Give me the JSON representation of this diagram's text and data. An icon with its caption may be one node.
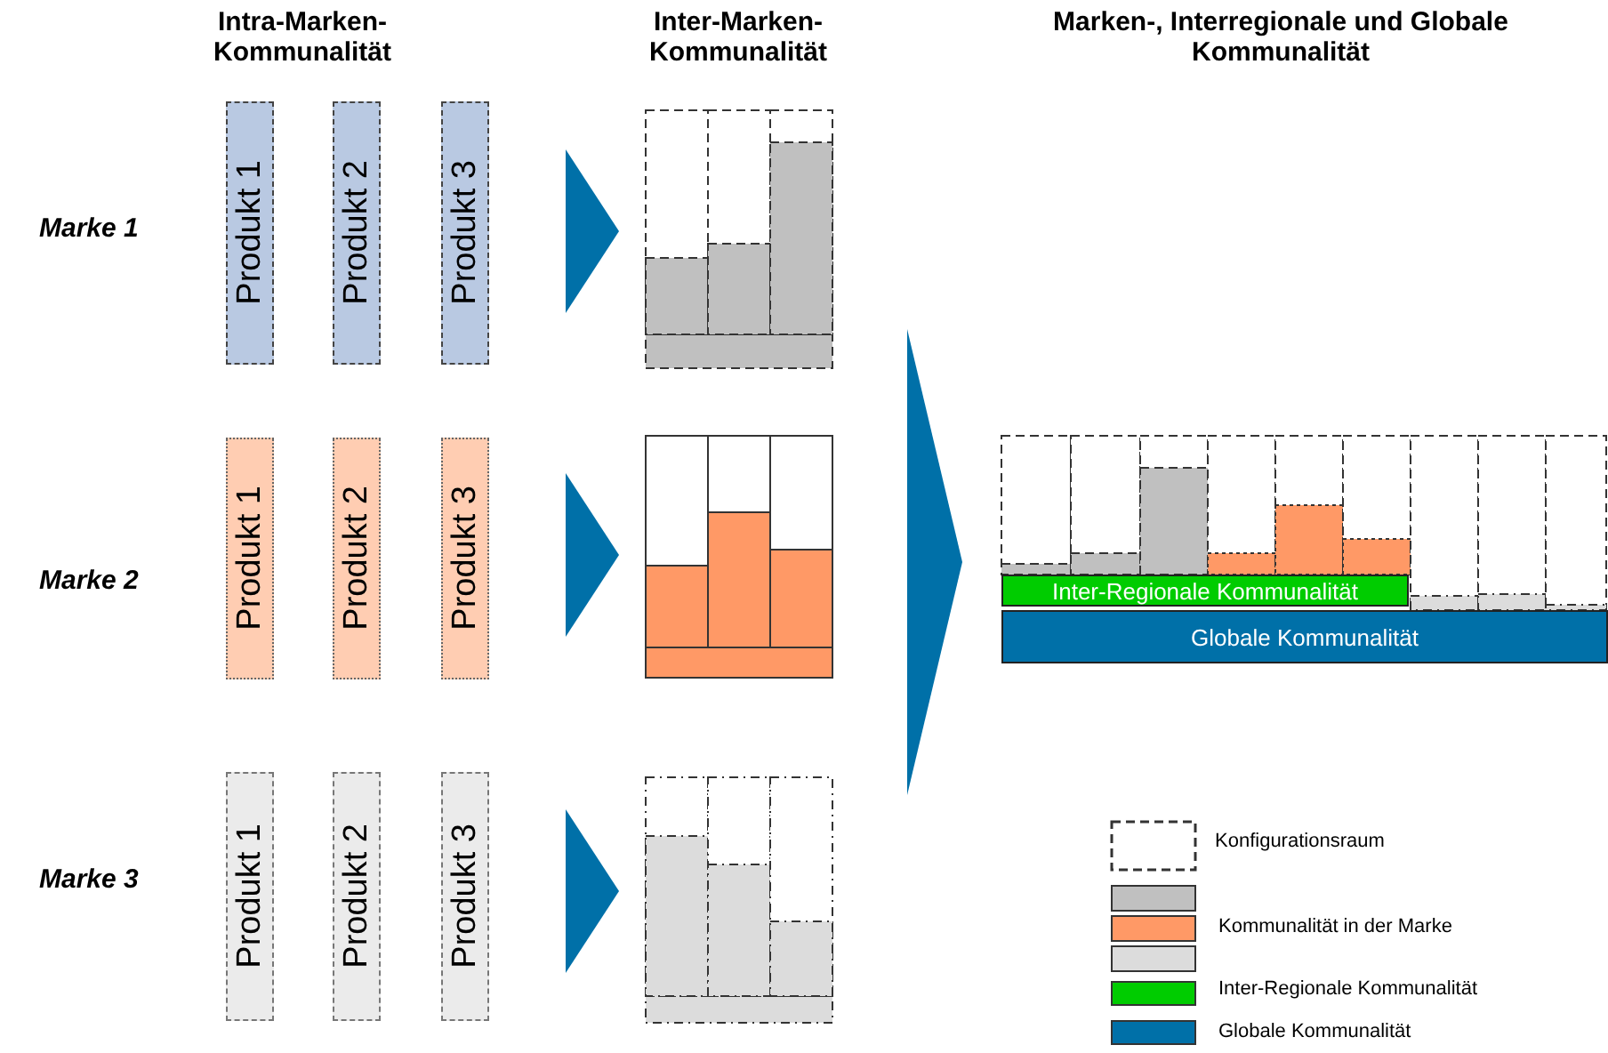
{
  "diagram": {
    "nodes": [
      {
        "text": [
          "Produkt 1"
        ]
      },
      {
        "text": [
          "Produkt 2"
        ]
      },
      {
        "text": [
          "Produkt 3"
        ]
      },
      {
        "text": [
          "Produkt 1"
        ]
      },
      {
        "text": [
          "Produkt 2"
        ]
      },
      {
        "text": [
          "Produkt 3"
        ]
      },
      {
        "text": [
          "Produkt 1"
        ]
      },
      {
        "text": [
          "Produkt 2"
        ]
      },
      {
        "text": [
          "Produkt 3"
        ]
      },
      {
        "text": [
          "Inter-Regionale Kommunalität"
        ]
      },
      {
        "text": [
          "Globale Kommunalität"
        ]
      }
    ],
    "edges": [],
    "labels": [
      "Intra-Marken- Kommunalität",
      "Inter-Marken- Kommunalität",
      "Marken-, Interregionale und Globale Kommunalität",
      "Marke 1",
      "Marke 2",
      "Marke 3"
    ],
    "legend": [
      {
        "text": "Konfigurationsraum"
      },
      {
        "text": "Kommunalität in der Marke",
        "color": "#ff9966"
      },
      {
        "text": "Inter-Regionale Kommunalität",
        "color": "#00cc00"
      },
      {
        "text": "Globale Kommunalität",
        "color": "#0070a8"
      }
    ]
  }
}
